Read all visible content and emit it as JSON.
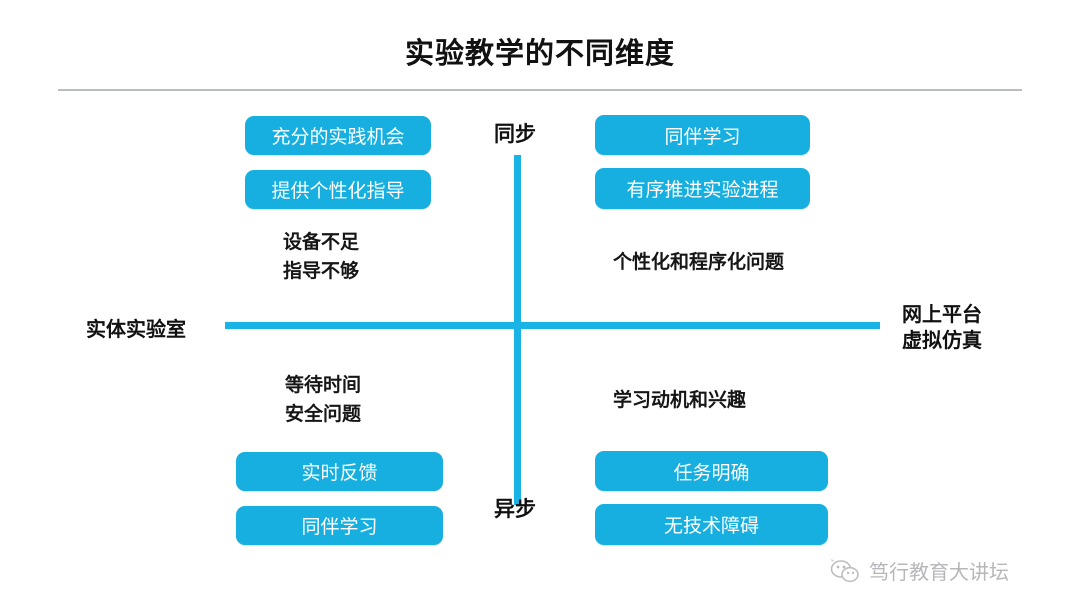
{
  "slide": {
    "title": "实验教学的不同维度",
    "colors": {
      "accent_blue": "#16afe0",
      "axis_blue": "#1ab3e5",
      "rule_gray": "#b9bdc2",
      "text_dark": "#111111",
      "watermark_gray": "#b7b7bb"
    }
  },
  "axes": {
    "vertical": {
      "top_label": "同步",
      "bottom_label": "异步"
    },
    "horizontal": {
      "left_label": "实体实验室",
      "right_label_line1": "网上平台",
      "right_label_line2": "虚拟仿真"
    }
  },
  "quadrants": {
    "top_left": {
      "name": "实体实验室 / 同步",
      "pills": [
        "充分的实践机会",
        "提供个性化指导"
      ],
      "notes": [
        "设备不足",
        "指导不够"
      ]
    },
    "top_right": {
      "name": "网上平台虚拟仿真 / 同步",
      "pills": [
        "同伴学习",
        "有序推进实验进程"
      ],
      "notes": [
        "个性化和程序化问题"
      ]
    },
    "bottom_left": {
      "name": "实体实验室 / 异步",
      "pills": [
        "实时反馈",
        "同伴学习"
      ],
      "notes": [
        "等待时间",
        "安全问题"
      ]
    },
    "bottom_right": {
      "name": "网上平台虚拟仿真 / 异步",
      "pills": [
        "任务明确",
        "无技术障碍"
      ],
      "notes": [
        "学习动机和兴趣"
      ]
    }
  },
  "watermark": {
    "icon": "wechat-icon",
    "text": "笃行教育大讲坛"
  }
}
